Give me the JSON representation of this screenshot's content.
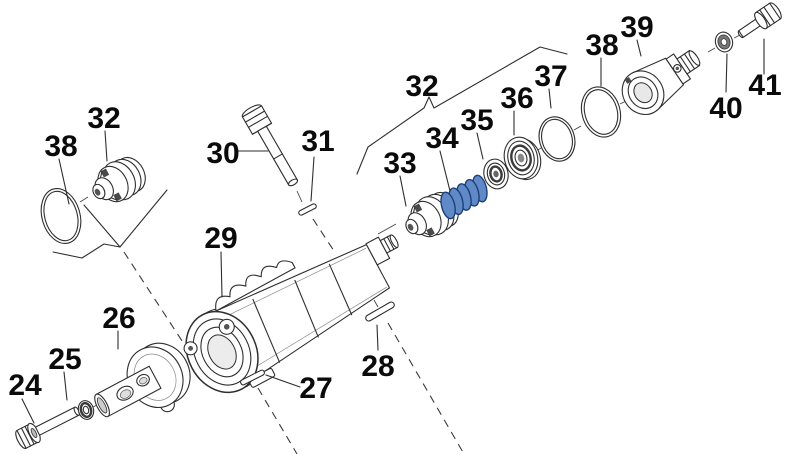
{
  "diagram": {
    "type": "exploded-parts-diagram",
    "description_labels_visible": "numeric part callouts only",
    "part_labels": {
      "p24": "24",
      "p25": "25",
      "p26": "26",
      "p27": "27",
      "p28": "28",
      "p29": "29",
      "p30": "30",
      "p31": "31",
      "p32_left": "32",
      "p32_right": "32",
      "p33": "33",
      "p34": "34",
      "p35": "35",
      "p36": "36",
      "p37": "37",
      "p38_left": "38",
      "p38_right": "38",
      "p39": "39",
      "p40": "40",
      "p41": "41"
    },
    "colors": {
      "background": "#ffffff",
      "line_color": "#2e2e2e",
      "label_color": "#0b0b0b",
      "spring_fill": "#6089c8",
      "spring_stroke": "#1e4077"
    }
  }
}
